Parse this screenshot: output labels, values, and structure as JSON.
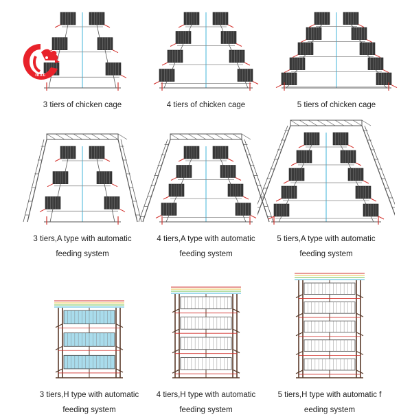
{
  "brand": {
    "name": "mxc",
    "color": "#e8222a"
  },
  "colors": {
    "cage_fill": "#3a3a3a",
    "frame": "#555555",
    "accent_red": "#d2322d",
    "accent_cyan": "#3fb3d8",
    "accent_green": "#6cbf4a",
    "accent_yellow": "#e8c34a",
    "h_cage_fill": "#a9dcec"
  },
  "figures": [
    {
      "id": "a3",
      "kind": "A",
      "tiers": 3,
      "feeding": false,
      "caption_lines": [
        "3 tiers of chicken cage"
      ]
    },
    {
      "id": "a4",
      "kind": "A",
      "tiers": 4,
      "feeding": false,
      "caption_lines": [
        "4 tiers of chicken cage"
      ]
    },
    {
      "id": "a5",
      "kind": "A",
      "tiers": 5,
      "feeding": false,
      "caption_lines": [
        "5 tiers of chicken cage"
      ]
    },
    {
      "id": "af3",
      "kind": "A",
      "tiers": 3,
      "feeding": true,
      "caption_lines": [
        "3 tiers,A type with automatic",
        "feeding system"
      ]
    },
    {
      "id": "af4",
      "kind": "A",
      "tiers": 4,
      "feeding": true,
      "caption_lines": [
        "4 tiers,A type with automatic",
        "feeding system"
      ]
    },
    {
      "id": "af5",
      "kind": "A",
      "tiers": 5,
      "feeding": true,
      "caption_lines": [
        "5 tiers,A type with automatic",
        "feeding system"
      ]
    },
    {
      "id": "h3",
      "kind": "H",
      "tiers": 3,
      "feeding": true,
      "caption_lines": [
        "3 tiers,H type with automatic",
        "feeding system"
      ]
    },
    {
      "id": "h4",
      "kind": "H",
      "tiers": 4,
      "feeding": true,
      "caption_lines": [
        "4 tiers,H type with automatic",
        "feeding system"
      ]
    },
    {
      "id": "h5",
      "kind": "H",
      "tiers": 5,
      "feeding": true,
      "caption_lines": [
        "5 tiers,H type with automatic f",
        "eeding system"
      ]
    }
  ]
}
